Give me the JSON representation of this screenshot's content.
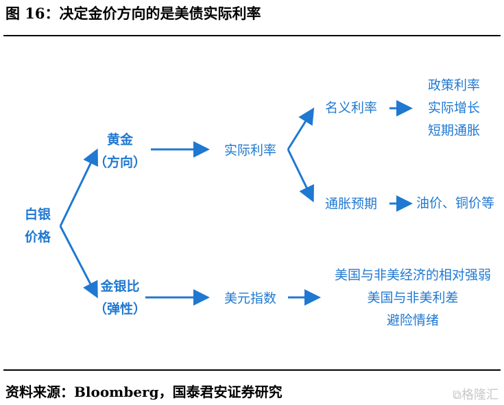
{
  "title": "图 16：决定金价方向的是美债实际利率",
  "nodes": {
    "silver": [
      "白银",
      "价格"
    ],
    "gold": [
      "黄金",
      "（方向）"
    ],
    "ratio": [
      "金银比",
      "（弹性）"
    ],
    "real_rate": "实际利率",
    "usd_index": "美元指数",
    "nominal_rate": "名义利率",
    "inflation_exp": "通胀预期",
    "nominal_drivers": [
      "政策利率",
      "实际增长",
      "短期通胀"
    ],
    "inflation_drivers": "油价、铜价等",
    "usd_drivers": [
      "美国与非美经济的相对强弱",
      "美国与非美利差",
      "避险情绪"
    ]
  },
  "source": "资料来源：Bloomberg，国泰君安证券研究",
  "watermark": "格隆汇",
  "colors": {
    "accent": "#1f78d1"
  }
}
